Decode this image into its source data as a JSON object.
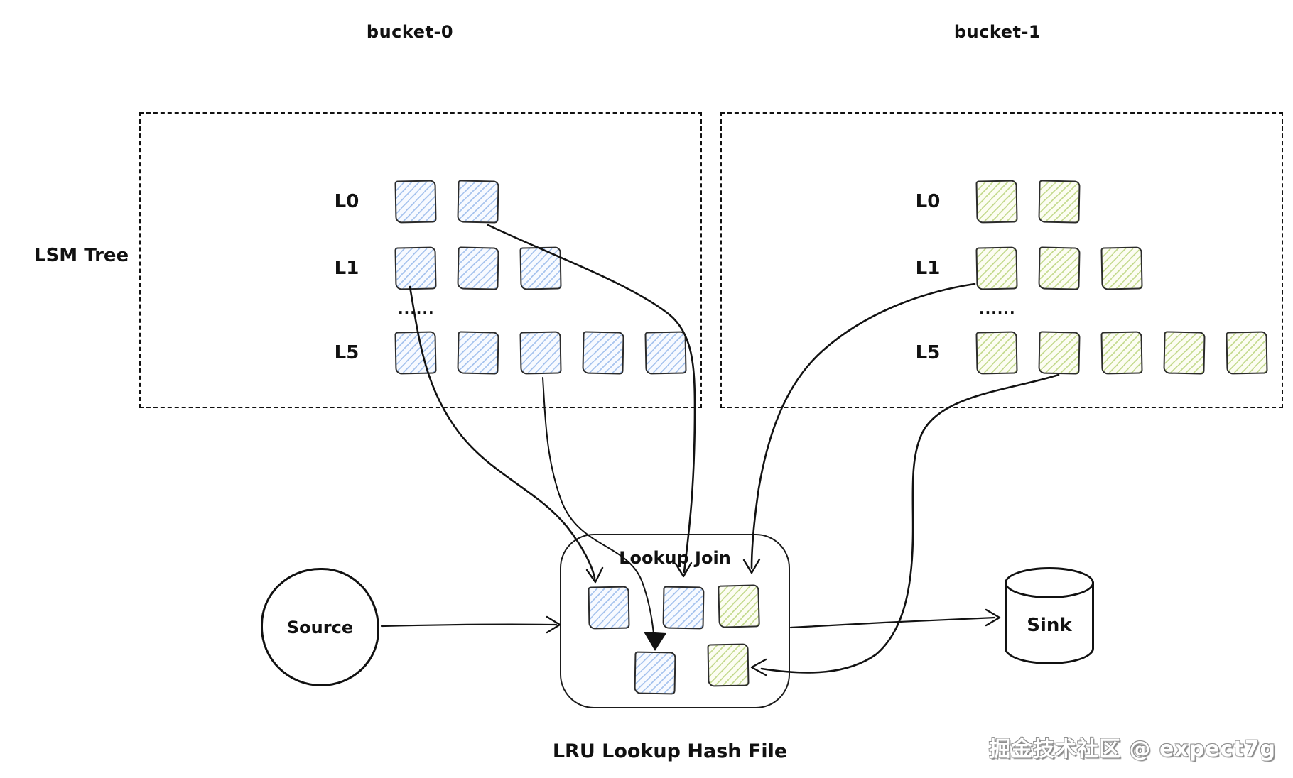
{
  "labels": {
    "lsm_tree": "LSM Tree",
    "lookup_join": "Lookup Join",
    "source": "Source",
    "sink": "Sink",
    "caption": "LRU Lookup Hash File",
    "watermark": "掘金技术社区 @ expect7g"
  },
  "buckets": [
    {
      "name": "bucket-0",
      "palette": "blue",
      "ellipsis": "......",
      "levels": [
        {
          "label": "L0",
          "files": 2
        },
        {
          "label": "L1",
          "files": 3
        },
        {
          "label": "L5",
          "files": 5
        }
      ]
    },
    {
      "name": "bucket-1",
      "palette": "green",
      "ellipsis": "......",
      "levels": [
        {
          "label": "L0",
          "files": 2
        },
        {
          "label": "L1",
          "files": 3
        },
        {
          "label": "L5",
          "files": 5
        }
      ]
    }
  ],
  "lookup_join": {
    "squares": [
      {
        "palette": "blue"
      },
      {
        "palette": "blue"
      },
      {
        "palette": "green"
      },
      {
        "palette": "blue"
      },
      {
        "palette": "green"
      }
    ]
  },
  "colors": {
    "stroke": "#1e1e1e",
    "blue_hatch": "#8ab0e8",
    "green_hatch": "#a4c656",
    "watermark_gray": "#8a8a8a"
  }
}
